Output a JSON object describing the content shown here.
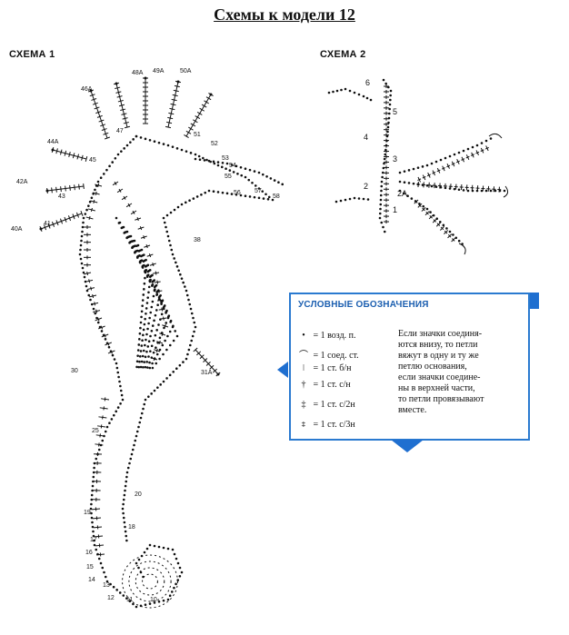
{
  "title": "Схемы к модели 12",
  "schema1_label": "СХЕМА 1",
  "schema2_label": "СХЕМА 2",
  "schema1_numbers": [
    "48A",
    "49A",
    "50A",
    "46A",
    "47",
    "51",
    "44A",
    "45",
    "52",
    "53",
    "54",
    "55",
    "42A",
    "43",
    "56",
    "57",
    "58",
    "40A",
    "41",
    "38",
    "31A",
    "30",
    "25",
    "20",
    "19",
    "18",
    "17",
    "16",
    "15",
    "14",
    "13",
    "12",
    "11",
    "10"
  ],
  "schema2_numbers": [
    "6",
    "5",
    "4",
    "3",
    "2",
    "1",
    "2A"
  ],
  "legend": {
    "title": "УСЛОВНЫЕ ОБОЗНАЧЕНИЯ",
    "items": [
      {
        "symbol": "•",
        "text": "= 1 возд. п."
      },
      {
        "symbol": "⌒",
        "text": "= 1 соед. ст."
      },
      {
        "symbol": "ǀ",
        "text": "= 1 ст. б/н"
      },
      {
        "symbol": "†",
        "text": "= 1 ст. с/н"
      },
      {
        "symbol": "‡",
        "text": "= 1 ст. с/2н"
      },
      {
        "symbol": "⧧",
        "text": "= 1 ст. с/3н"
      }
    ],
    "note_lines": [
      "Если значки соединя-",
      "ются внизу, то петли",
      "вяжут в одну и ту же",
      "петлю основания,",
      "если значки соедине-",
      "ны в верхней части,",
      "то петли провязывают",
      "вместе."
    ]
  }
}
